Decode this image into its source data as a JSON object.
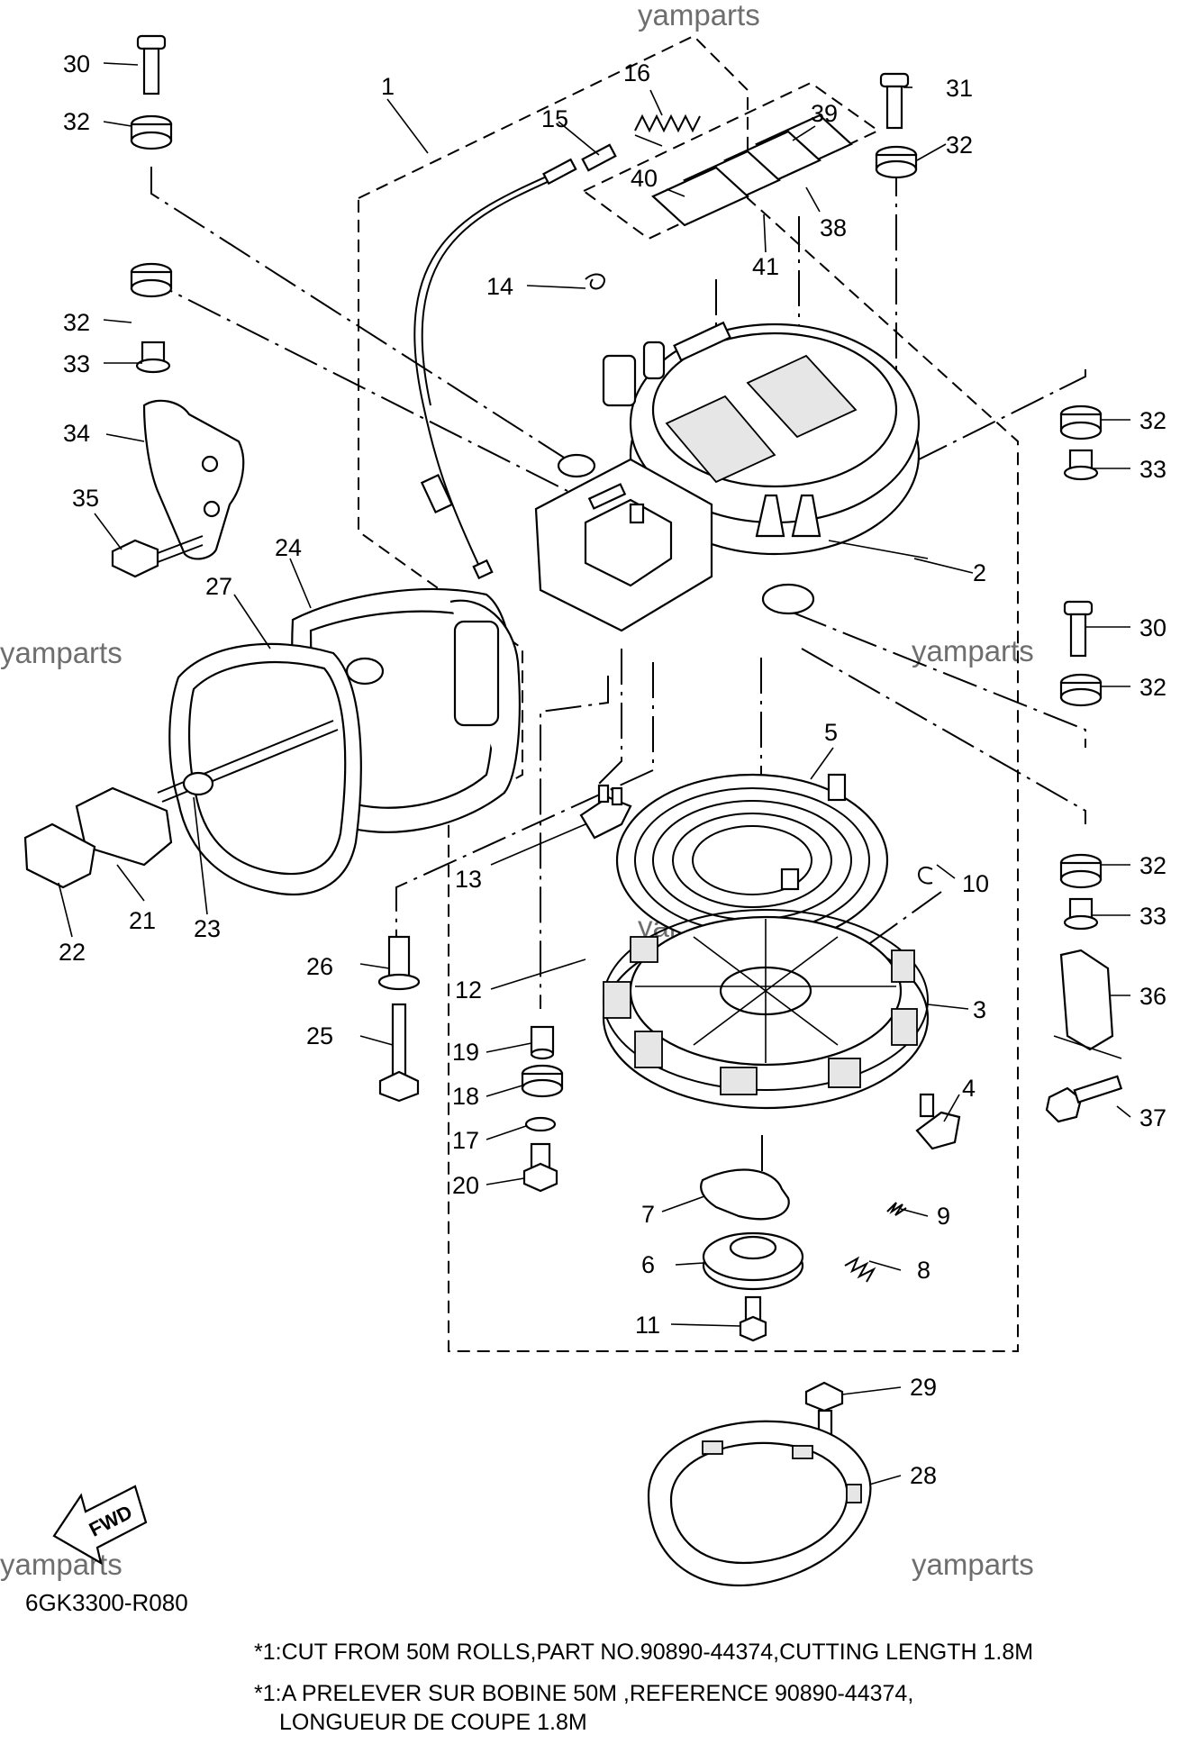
{
  "watermarks": [
    "yamparts",
    "yamparts",
    "yamparts",
    "yamparts",
    "yamparts",
    "yamparts"
  ],
  "callouts": [
    "1",
    "2",
    "3",
    "4",
    "5",
    "6",
    "7",
    "8",
    "9",
    "10",
    "11",
    "12",
    "13",
    "14",
    "15",
    "16",
    "17",
    "18",
    "19",
    "20",
    "21",
    "22",
    "23",
    "24",
    "25",
    "26",
    "27",
    "28",
    "29",
    "30",
    "30",
    "31",
    "32",
    "32",
    "32",
    "32",
    "32",
    "32",
    "33",
    "33",
    "33",
    "34",
    "35",
    "36",
    "37",
    "38",
    "39",
    "40",
    "41"
  ],
  "fwd_label": "FWD",
  "diagram_code": "6GK3300-R080",
  "notes": [
    "*1:CUT FROM 50M ROLLS,PART NO.90890-44374,CUTTING LENGTH 1.8M",
    "*1:A PRELEVER SUR BOBINE 50M ,REFERENCE 90890-44374,",
    "LONGUEUR DE COUPE 1.8M"
  ],
  "colors": {
    "line": "#000000",
    "watermark": "#6e6e6e",
    "background": "#ffffff"
  }
}
